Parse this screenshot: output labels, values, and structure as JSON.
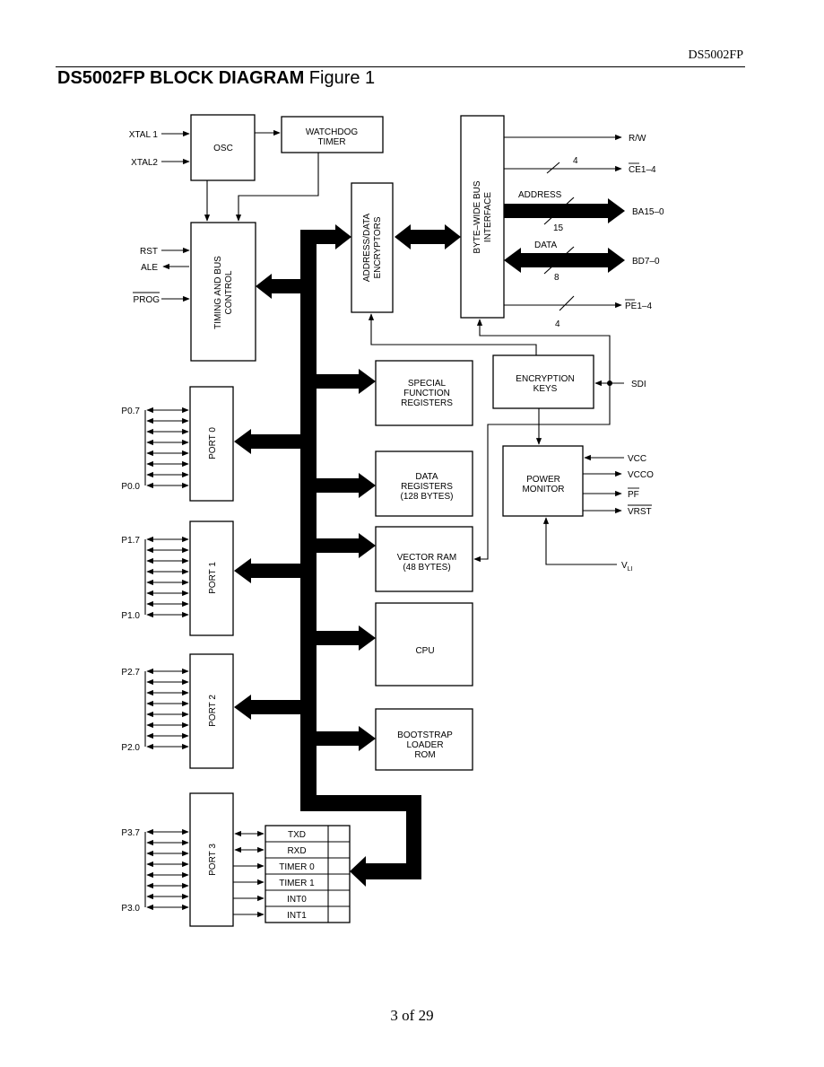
{
  "header": {
    "doc_id": "DS5002FP",
    "title_bold": "DS5002FP BLOCK DIAGRAM",
    "title_normal": "Figure 1"
  },
  "footer": {
    "page": "3 of 29"
  },
  "blocks": {
    "osc": "OSC",
    "watchdog": [
      "WATCHDOG",
      "TIMER"
    ],
    "timing": [
      "TIMING AND BUS",
      "CONTROL"
    ],
    "addr_enc": [
      "ADDRESS/DATA",
      "ENCRYPTORS"
    ],
    "bytewide": [
      "BYTE–WIDE BUS",
      "INTERFACE"
    ],
    "sfr": [
      "SPECIAL",
      "FUNCTION",
      "REGISTERS"
    ],
    "enc_keys": [
      "ENCRYPTION",
      "KEYS"
    ],
    "data_reg": [
      "DATA",
      "REGISTERS",
      "(128 BYTES)"
    ],
    "power": [
      "POWER",
      "MONITOR"
    ],
    "vector_ram": [
      "VECTOR RAM",
      "(48 BYTES)"
    ],
    "cpu": "CPU",
    "bootstrap": [
      "BOOTSTRAP",
      "LOADER",
      "ROM"
    ],
    "port0": "PORT 0",
    "port1": "PORT 1",
    "port2": "PORT 2",
    "port3": "PORT 3",
    "port3_functions": [
      "TXD",
      "RXD",
      "TIMER 0",
      "TIMER 1",
      "INT0",
      "INT1"
    ]
  },
  "signals": {
    "xtal1": "XTAL 1",
    "xtal2": "XTAL2",
    "rst": "RST",
    "ale": "ALE",
    "prog": "PROG",
    "rw": "R/W",
    "ce": "CE1–4",
    "ce_width": "4",
    "address": "ADDRESS",
    "ba": "BA15–0",
    "address_width": "15",
    "data": "DATA",
    "bd": "BD7–0",
    "data_width": "8",
    "pe": "PE1–4",
    "pe_width": "4",
    "sdi": "SDI",
    "vcc": "VCC",
    "vcco": "VCCO",
    "pf": "PF",
    "vrst": "VRST",
    "vli": "V",
    "vli_sub": "LI",
    "p07": "P0.7",
    "p00": "P0.0",
    "p17": "P1.7",
    "p10": "P1.0",
    "p27": "P2.7",
    "p20": "P2.0",
    "p37": "P3.7",
    "p30": "P3.0"
  }
}
